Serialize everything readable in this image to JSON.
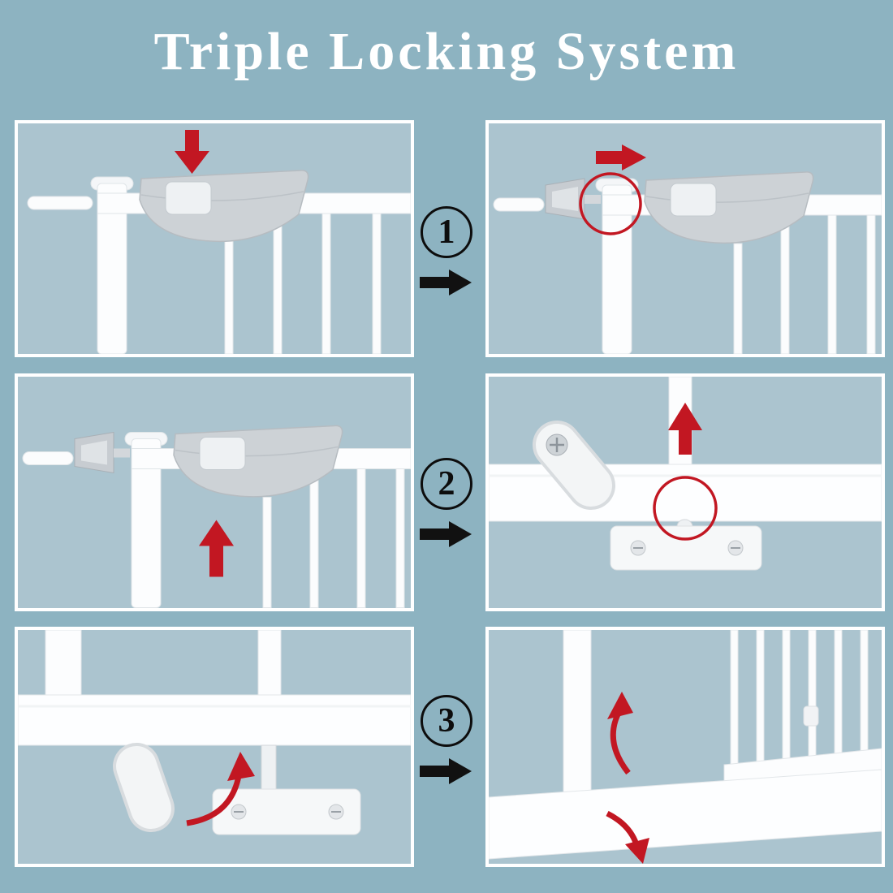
{
  "title": "Triple Locking System",
  "steps": [
    {
      "number": "1"
    },
    {
      "number": "2"
    },
    {
      "number": "3"
    }
  ],
  "colors": {
    "background": "#8db3c1",
    "panel_background": "#abc4cf",
    "panel_border": "#ffffff",
    "title_text": "#ffffff",
    "step_number": "#0d0d0d",
    "arrow_black": "#111111",
    "arrow_red": "#c21722",
    "gate_white": "#fcfdfe",
    "handle_gray": "#cdd2d6"
  }
}
